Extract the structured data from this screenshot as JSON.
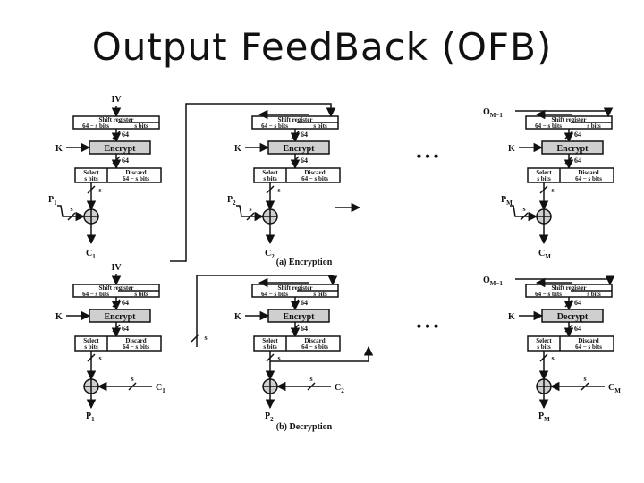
{
  "slide": {
    "title": "Output FeedBack (OFB)"
  },
  "labels": {
    "iv": "IV",
    "key": "K",
    "shift_register": "Shift register",
    "shift_left_bits": "64 − s bits",
    "shift_right_bits": "s bits",
    "encrypt": "Encrypt",
    "decrypt": "Decrypt",
    "select": "Select",
    "select_bits": "s bits",
    "discard": "Discard",
    "discard_bits": "64 − s bits",
    "bus_64": "64",
    "bus_s": "s",
    "ellipsis": "•   •   •",
    "om1_prefix": "O",
    "om1_sub": "M−1",
    "p1": "P",
    "p2": "P",
    "pm": "P",
    "c1": "C",
    "c2": "C",
    "cm": "C",
    "sub_1": "1",
    "sub_2": "2",
    "sub_m": "M"
  },
  "captions": {
    "encryption": "(a) Encryption",
    "decryption": "(b) Decryption"
  }
}
